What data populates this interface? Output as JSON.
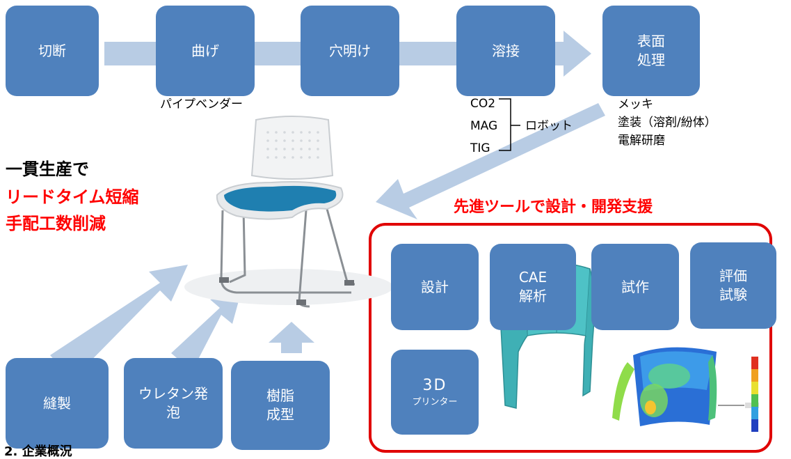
{
  "colors": {
    "box": "#4f81bd",
    "arrow": "#b8cce4",
    "accent": "#ff0000",
    "frame": "#e00000"
  },
  "process": {
    "steps": [
      "切断",
      "曲げ",
      "穴明け",
      "溶接",
      "表面\n処理"
    ],
    "bender_note": "パイプベンダー",
    "welding_types": [
      "CO2",
      "MAG",
      "TIG"
    ],
    "welding_robot": "ロボット",
    "surface_methods": [
      "メッキ",
      "塗装（溶剤/紛体）",
      "電解研磨"
    ]
  },
  "headline": {
    "line1": "一貫生産で",
    "line2": "リードタイム短縮",
    "line3": "手配工数削減"
  },
  "parts": [
    "縫製",
    "ウレタン発\n泡",
    "樹脂\n成型"
  ],
  "tools": {
    "title": "先進ツールで設計・開発支援",
    "items": [
      "設計",
      "CAE\n解析",
      "試作",
      "評価\n試験"
    ],
    "printer": {
      "label_main": "3D",
      "label_sub": "プリンター"
    }
  },
  "footer": {
    "partial": "2. 企業概況"
  }
}
